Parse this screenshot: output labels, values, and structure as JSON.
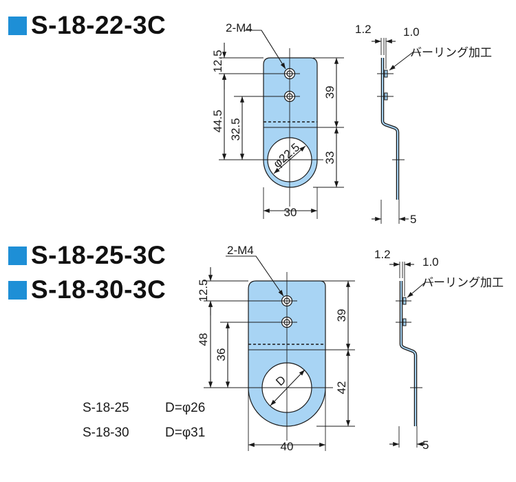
{
  "colors": {
    "part_fill": "#a8d4f4",
    "accent_square": "#1e8fd6",
    "line": "#1a1a1a"
  },
  "top": {
    "title": "S-18-22-3C",
    "holes_label": "2-M4",
    "dims": {
      "d12_5": "12.5",
      "d44_5": "44.5",
      "d32_5": "32.5",
      "d39": "39",
      "d33": "33",
      "d30": "30",
      "hole": "φ22.5"
    },
    "side": {
      "t1_2": "1.2",
      "t1_0": "1.0",
      "burring": "バーリング加工",
      "d5": "5"
    }
  },
  "bottom": {
    "titles": [
      "S-18-25-3C",
      "S-18-30-3C"
    ],
    "holes_label": "2-M4",
    "dims": {
      "d12_5": "12.5",
      "d48": "48",
      "d36": "36",
      "d39": "39",
      "d42": "42",
      "d40": "40",
      "hole": "D"
    },
    "side": {
      "t1_2": "1.2",
      "t1_0": "1.0",
      "burring": "バーリング加工",
      "d5": "5"
    },
    "variants": [
      {
        "model": "S-18-25",
        "value": "D=φ26"
      },
      {
        "model": "S-18-30",
        "value": "D=φ31"
      }
    ]
  }
}
